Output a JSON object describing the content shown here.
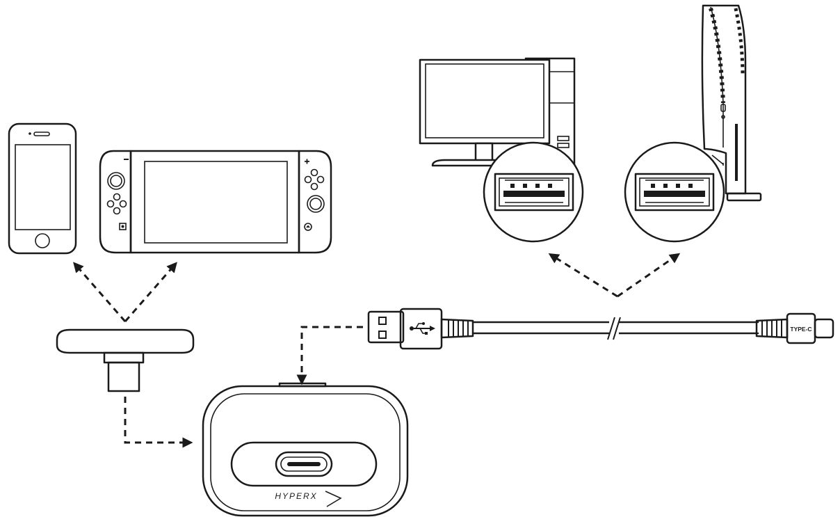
{
  "cable": {
    "connector_label": "TYPE-C"
  },
  "receiver": {
    "brand": "HYPERX"
  },
  "devices": [
    "phone",
    "handheld-console",
    "desktop-pc",
    "game-console"
  ],
  "connections": [
    {
      "from": "adapter",
      "to": "phone"
    },
    {
      "from": "adapter",
      "to": "handheld-console"
    },
    {
      "from": "adapter",
      "to": "receiver"
    },
    {
      "from": "cable-usb-a",
      "to": "receiver"
    },
    {
      "from": "cable",
      "to": "desktop-pc"
    },
    {
      "from": "cable",
      "to": "game-console"
    }
  ],
  "colors": {
    "ink": "#1a1a1a",
    "background": "#ffffff"
  }
}
